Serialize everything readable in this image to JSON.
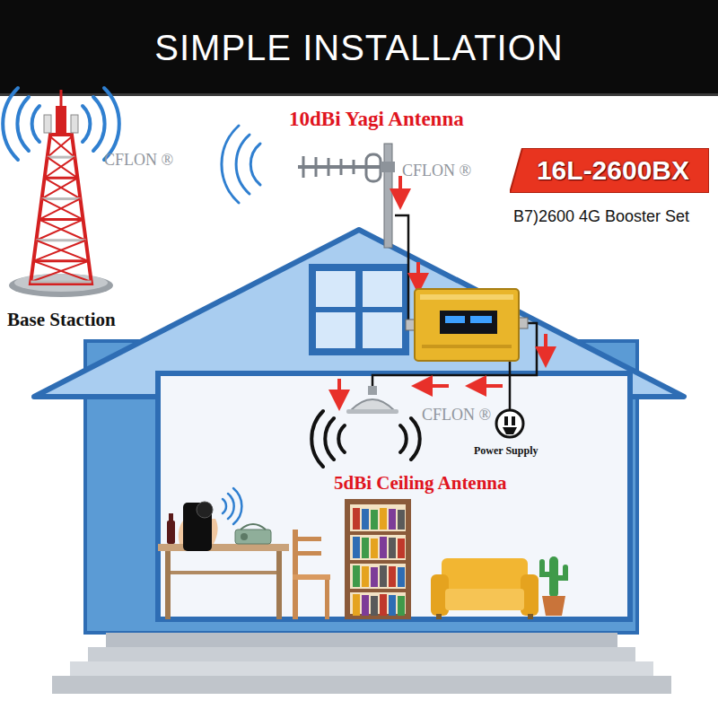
{
  "diagram": {
    "title": "SIMPLE INSTALLATION",
    "nodes": [
      {
        "text": [
          "16L-2600BX"
        ]
      }
    ],
    "labels": [
      "10dBi Yagi Antenna",
      "CFLON ®",
      "CFLON ®",
      "B7)2600 4G Booster Set",
      "Base Staction",
      "CFLON ®",
      "Power Supply",
      "5dBi Ceiling Antenna"
    ]
  }
}
